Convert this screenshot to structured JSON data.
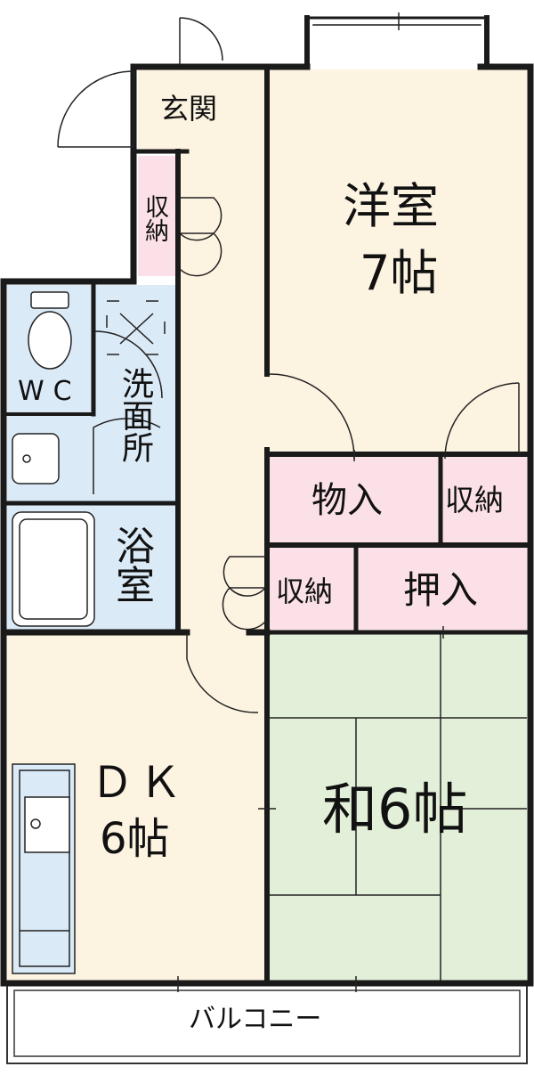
{
  "colors": {
    "wall": "#1a1a1a",
    "floor_wood": "#fdf3e1",
    "floor_tatami": "#e2efd9",
    "floor_wet": "#dbeaf7",
    "floor_storage": "#fbe1e7",
    "line": "#222222"
  },
  "rooms": {
    "entrance": "玄関",
    "western": {
      "name": "洋室",
      "size": "7帖"
    },
    "storage_hall": "収納",
    "wc": "WC",
    "washroom": "洗面所",
    "bath": "浴室",
    "closet_a": "物入",
    "storage_b": "収納",
    "storage_c": "収納",
    "oshiire": "押入",
    "dk": {
      "name": "ＤＫ",
      "size": "6帖"
    },
    "japanese": "和6帖",
    "balcony": "バルコニー"
  }
}
